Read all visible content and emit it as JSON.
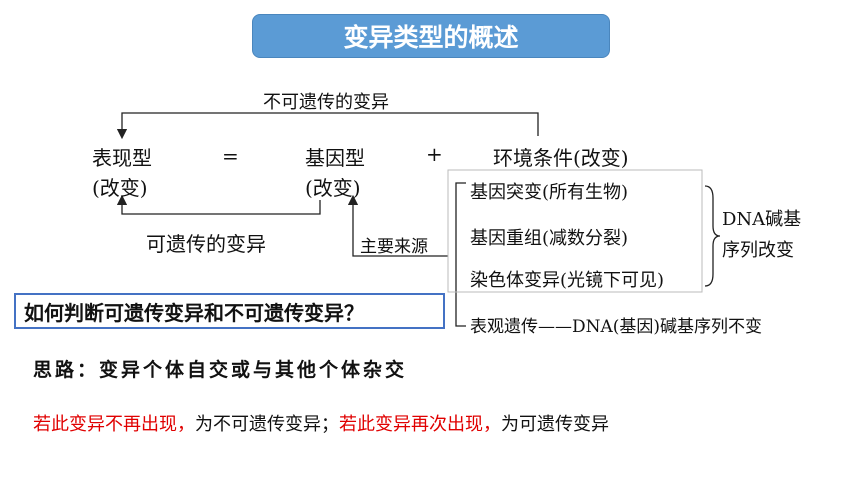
{
  "title": "变异类型的概述",
  "equation": {
    "top_arrow_label": "不可遗传的变异",
    "phenotype": "表现型",
    "phenotype_sub": "(改变)",
    "equals": "=",
    "genotype": "基因型",
    "genotype_sub": "(改变)",
    "plus": "+",
    "environment": "环境条件(改变)",
    "bottom_arrow_label": "可遗传的变异",
    "main_source": "主要来源"
  },
  "list": {
    "items": [
      "基因突变(所有生物)",
      "基因重组(减数分裂)",
      "染色体变异(光镜下可见)"
    ],
    "brace_label_1": "DNA碱基",
    "brace_label_2": "序列改变",
    "last_item": "表观遗传——DNA(基因)碱基序列不变"
  },
  "question": "如何判断可遗传变异和不可遗传变异？",
  "idea": "思路：变异个体自交或与其他个体杂交",
  "conclusion": {
    "part1_red": "若此变异不再出现，",
    "part2": "为不可遗传变异；",
    "part3_red": "若此变异再次出现，",
    "part4": "为可遗传变异"
  },
  "colors": {
    "banner": "#5b9bd5",
    "question_border": "#4472c4",
    "highlight": "#e00000"
  }
}
